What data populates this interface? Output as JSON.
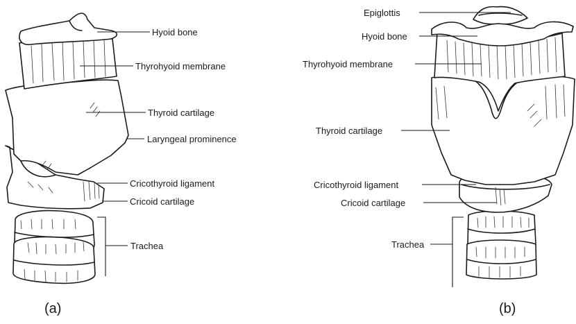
{
  "panel_a": {
    "caption": "(a)",
    "labels": {
      "hyoid_bone": "Hyoid bone",
      "thyrohyoid_membrane": "Thyrohyoid membrane",
      "thyroid_cartilage": "Thyroid cartilage",
      "laryngeal_prominence": "Laryngeal prominence",
      "cricothyroid_ligament": "Cricothyroid ligament",
      "cricoid_cartilage": "Cricoid cartilage",
      "trachea": "Trachea"
    }
  },
  "panel_b": {
    "caption": "(b)",
    "labels": {
      "epiglottis": "Epiglottis",
      "hyoid_bone": "Hyoid bone",
      "thyrohyoid_membrane": "Thyrohyoid membrane",
      "thyroid_cartilage": "Thyroid cartilage",
      "cricothyroid_ligament": "Cricothyroid ligament",
      "cricoid_cartilage": "Cricoid cartilage",
      "trachea": "Trachea"
    }
  }
}
